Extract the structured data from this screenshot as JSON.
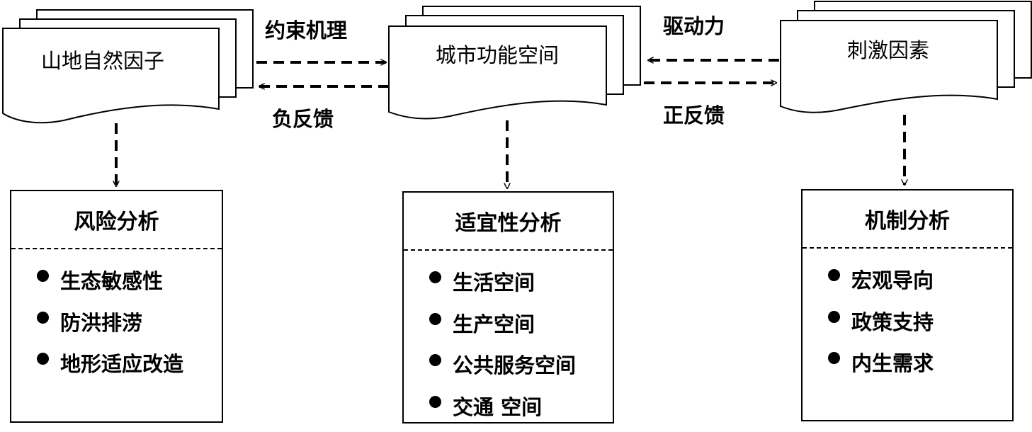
{
  "nodes": {
    "mountain": {
      "label": "山地自然因子"
    },
    "urban": {
      "label": "城市功能空间"
    },
    "stimulus": {
      "label": "刺激因素"
    }
  },
  "edges": {
    "constraint": {
      "label": "约束机理"
    },
    "negative_feedback": {
      "label": "负反馈"
    },
    "driving_force": {
      "label": "驱动力"
    },
    "positive_feedback": {
      "label": "正反馈"
    }
  },
  "boxes": {
    "risk": {
      "title": "风险分析",
      "items": [
        "生态敏感性",
        "防洪排涝",
        "地形适应改造"
      ]
    },
    "suitability": {
      "title": "适宜性分析",
      "items": [
        "生活空间",
        "生产空间",
        "公共服务空间",
        "交通 空间"
      ]
    },
    "mechanism": {
      "title": "机制分析",
      "items": [
        "宏观导向",
        "政策支持",
        "内生需求"
      ]
    }
  }
}
